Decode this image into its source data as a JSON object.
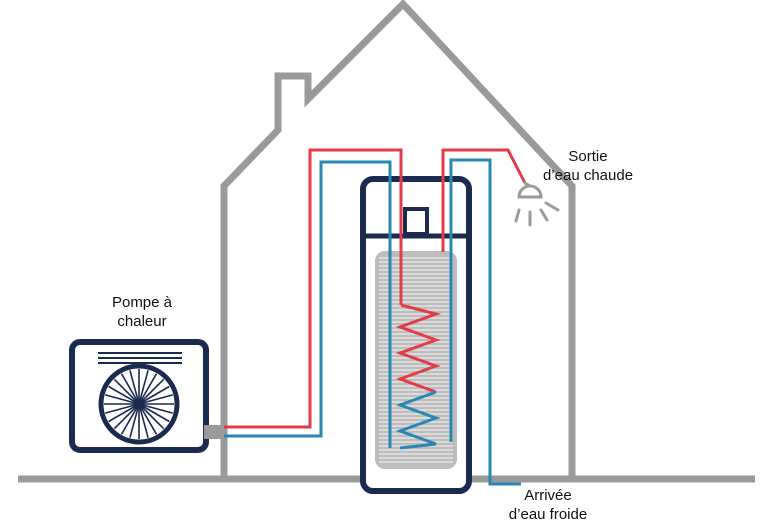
{
  "labels": {
    "heat_pump": [
      "Pompe à",
      "chaleur"
    ],
    "hot_water_out": [
      "Sortie",
      "d’eau chaude"
    ],
    "cold_water_in": [
      "Arrivée",
      "d’eau froide"
    ]
  },
  "colors": {
    "outline": "#9a9a9a",
    "navy": "#1d2a4f",
    "hot": "#e23b4a",
    "cold": "#2a86b3",
    "tank_inner": "#bdbdbd"
  },
  "icons": [
    "heat-pump-fan-icon",
    "shower-head-icon"
  ]
}
